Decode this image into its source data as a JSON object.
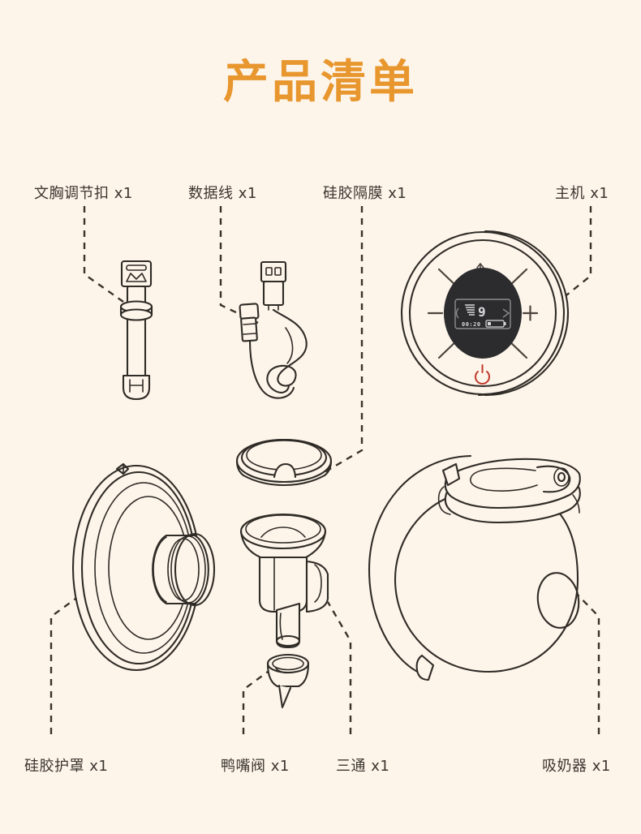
{
  "page": {
    "title": "产品清单",
    "background_color": "#FDF5EA",
    "title_color": "#E8962E",
    "line_color": "#2F2B26",
    "label_color": "#3B3630"
  },
  "labels": {
    "bra_strap": "文胸调节扣 x1",
    "data_cable": "数据线 x1",
    "silicone_diaphragm": "硅胶隔膜 x1",
    "main_unit": "主机 x1",
    "silicone_shield": "硅胶护罩 x1",
    "duckbill_valve": "鸭嘴阀 x1",
    "tee_connector": "三通 x1",
    "breast_pump": "吸奶器 x1"
  },
  "main_unit_display": {
    "level": "9",
    "timer": "00:20",
    "plus_label": "+",
    "minus_label": "−",
    "power_icon": "power-icon",
    "mode_icon": "massage-mode-icon",
    "battery_icon": "battery-icon",
    "power_color": "#C0392B",
    "screen_color": "#2C2C2E"
  },
  "items": [
    {
      "key": "bra_strap",
      "icon": "bra-adjustment-buckle"
    },
    {
      "key": "data_cable",
      "icon": "usb-charging-cable"
    },
    {
      "key": "silicone_diaphragm",
      "icon": "silicone-diaphragm-ring"
    },
    {
      "key": "main_unit",
      "icon": "pump-motor-unit"
    },
    {
      "key": "silicone_shield",
      "icon": "silicone-flange-shield"
    },
    {
      "key": "duckbill_valve",
      "icon": "duckbill-valve"
    },
    {
      "key": "tee_connector",
      "icon": "tee-connector"
    },
    {
      "key": "breast_pump",
      "icon": "breast-pump-body"
    }
  ]
}
